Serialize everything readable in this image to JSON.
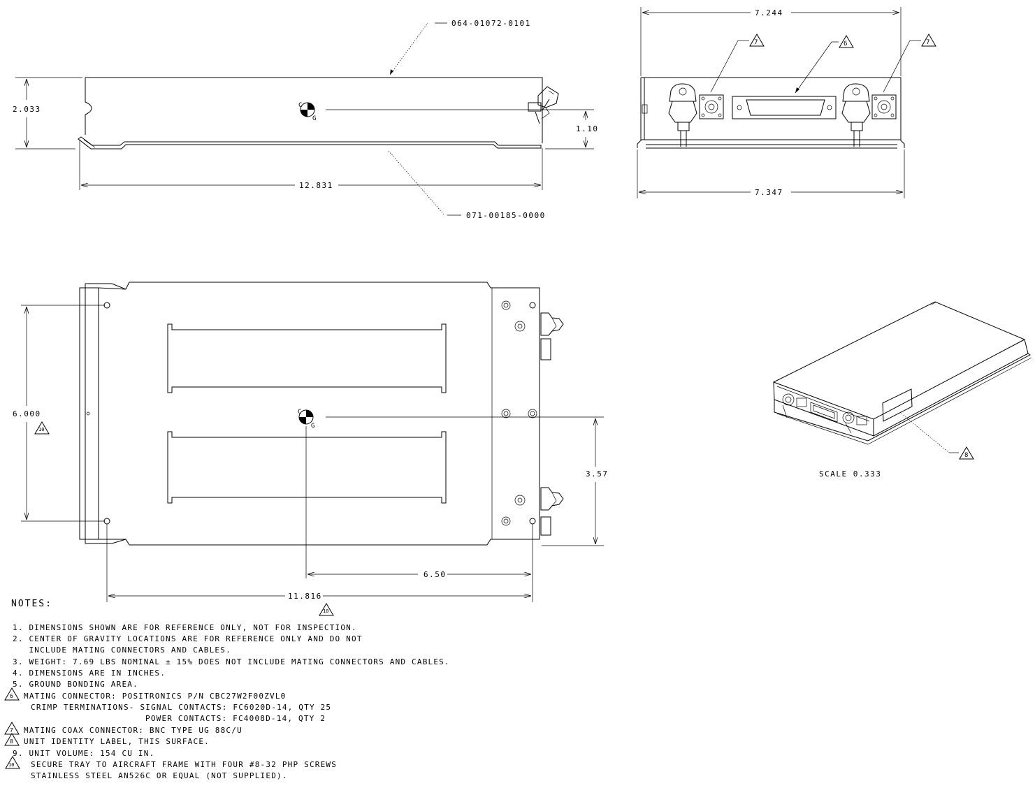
{
  "side_view": {
    "part_top": "064-01072-0101",
    "part_bottom": "071-00185-0000",
    "height": "2.033",
    "cg_height": "1.10",
    "length": "12.831",
    "cg_label_c": "C",
    "cg_label_g": "G"
  },
  "front_view": {
    "width_top": "7.244",
    "width_bottom": "7.347",
    "flag_left": "7",
    "flag_center": "6",
    "flag_right": "7"
  },
  "top_view": {
    "width": "6.000",
    "flag_width": "10",
    "cg_width": "3.57",
    "cg_length": "6.50",
    "hole_span": "11.816",
    "flag_span": "10",
    "cg_label_c": "C",
    "cg_label_g": "G"
  },
  "iso_view": {
    "flag_label": "8",
    "scale": "SCALE  0.333"
  },
  "notes": {
    "title": "NOTES:",
    "items": [
      "1. DIMENSIONS SHOWN ARE FOR REFERENCE ONLY, NOT FOR INSPECTION.",
      "2. CENTER OF GRAVITY LOCATIONS ARE FOR REFERENCE ONLY AND DO NOT",
      "   INCLUDE MATING CONNECTORS AND CABLES.",
      "3. WEIGHT: 7.69 LBS NOMINAL ± 15% DOES NOT INCLUDE MATING CONNECTORS AND CABLES.",
      "4. DIMENSIONS ARE IN INCHES.",
      "5. GROUND BONDING AREA.",
      "MATING CONNECTOR: POSITRONICS P/N CBC27W2F00ZVL0",
      "CRIMP TERMINATIONS- SIGNAL CONTACTS: FC6020D-14, QTY 25",
      "POWER CONTACTS: FC4008D-14, QTY 2",
      "MATING COAX CONNECTOR: BNC TYPE UG 88C/U",
      "UNIT IDENTITY LABEL, THIS SURFACE.",
      "9. UNIT VOLUME: 154 CU IN.",
      "SECURE TRAY TO AIRCRAFT FRAME WITH FOUR #8-32 PHP SCREWS",
      "STAINLESS STEEL AN526C OR EQUAL (NOT SUPPLIED)."
    ],
    "flags": [
      "6",
      "7",
      "8",
      "10"
    ]
  }
}
